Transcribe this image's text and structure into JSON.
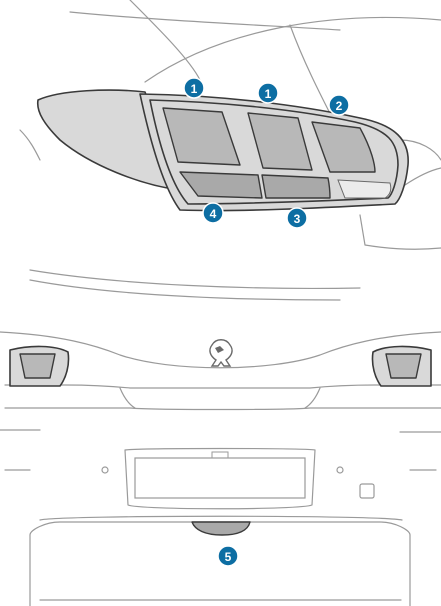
{
  "badges": [
    {
      "id": "callout-1a",
      "label": "1"
    },
    {
      "id": "callout-1b",
      "label": "1"
    },
    {
      "id": "callout-2",
      "label": "2"
    },
    {
      "id": "callout-3",
      "label": "3"
    },
    {
      "id": "callout-4",
      "label": "4"
    },
    {
      "id": "callout-5",
      "label": "5"
    }
  ],
  "colors": {
    "badge": "#0d6ea3",
    "lamp": "#b8b8b8",
    "housing": "#d9d9d9",
    "outline": "#3a3a3a",
    "body_line": "#9a9a9a"
  },
  "icons": {
    "brand_emblem": "lion-emblem-icon"
  }
}
